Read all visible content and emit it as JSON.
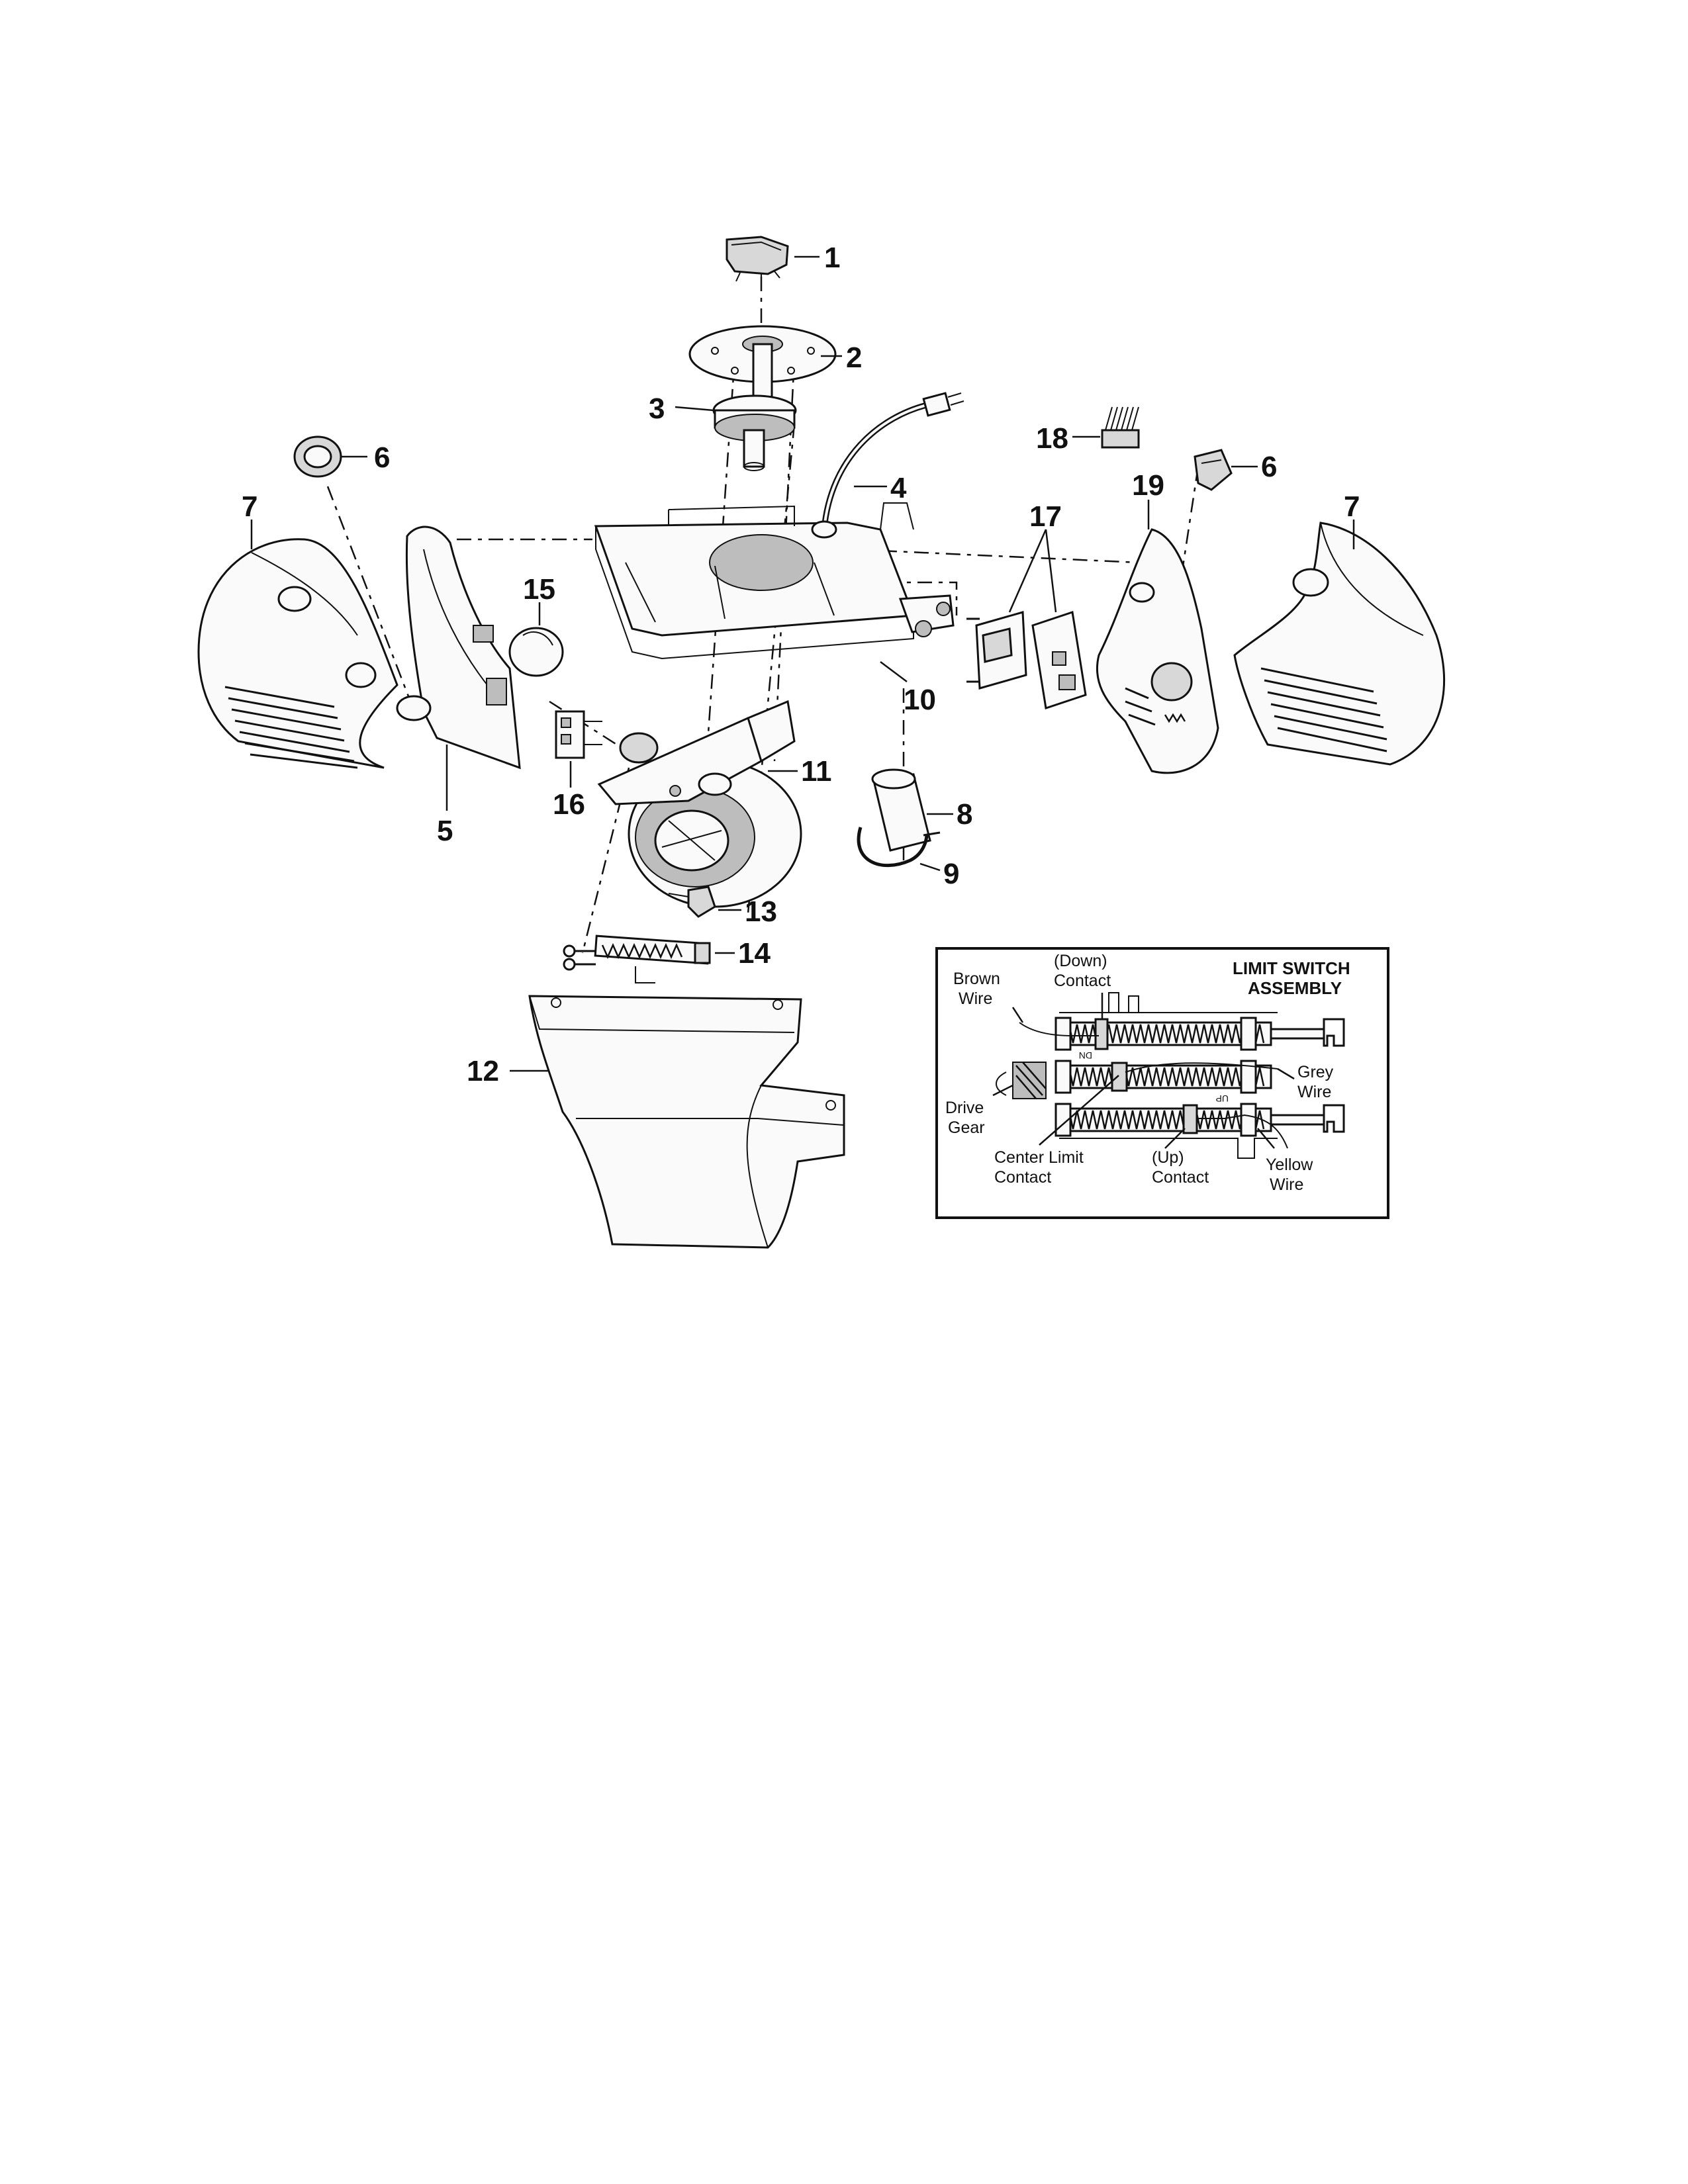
{
  "callouts": {
    "c1": "1",
    "c2": "2",
    "c3": "3",
    "c4": "4",
    "c5": "5",
    "c6a": "6",
    "c6b": "6",
    "c7a": "7",
    "c7b": "7",
    "c8": "8",
    "c9": "9",
    "c10": "10",
    "c11": "11",
    "c12": "12",
    "c13": "13",
    "c14": "14",
    "c15": "15",
    "c16": "16",
    "c17": "17",
    "c18": "18",
    "c19": "19"
  },
  "inset": {
    "title_line1": "LIMIT SWITCH",
    "title_line2": "ASSEMBLY",
    "brown_wire_1": "Brown",
    "brown_wire_2": "Wire",
    "down_contact_1": "(Down)",
    "down_contact_2": "Contact",
    "grey_wire_1": "Grey",
    "grey_wire_2": "Wire",
    "drive_gear_1": "Drive",
    "drive_gear_2": "Gear",
    "center_limit_1": "Center Limit",
    "center_limit_2": "Contact",
    "up_contact_1": "(Up)",
    "up_contact_2": "Contact",
    "yellow_wire_1": "Yellow",
    "yellow_wire_2": "Wire",
    "dn_mark": "DN",
    "up_mark": "UP"
  }
}
